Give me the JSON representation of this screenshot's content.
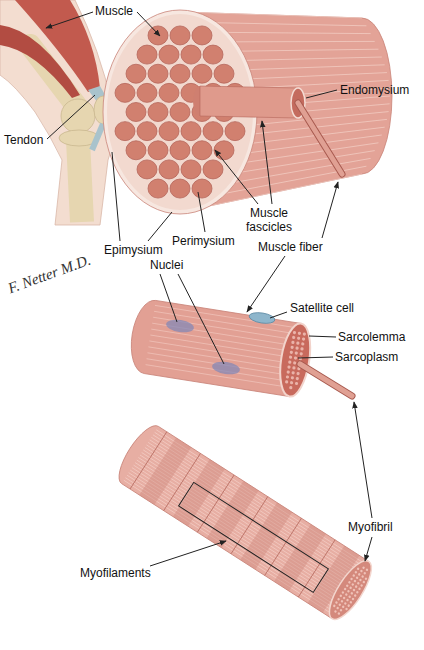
{
  "diagram": {
    "labels": [
      "Muscle",
      "Tendon",
      "Endomysium",
      "Muscle fascicles",
      "Perimysium",
      "Epimysium",
      "Muscle fiber",
      "F. Netter M.D.",
      "Nuclei",
      "Satellite cell",
      "Sarcolemma",
      "Sarcoplasm",
      "Myofibril",
      "Myofilaments"
    ]
  }
}
